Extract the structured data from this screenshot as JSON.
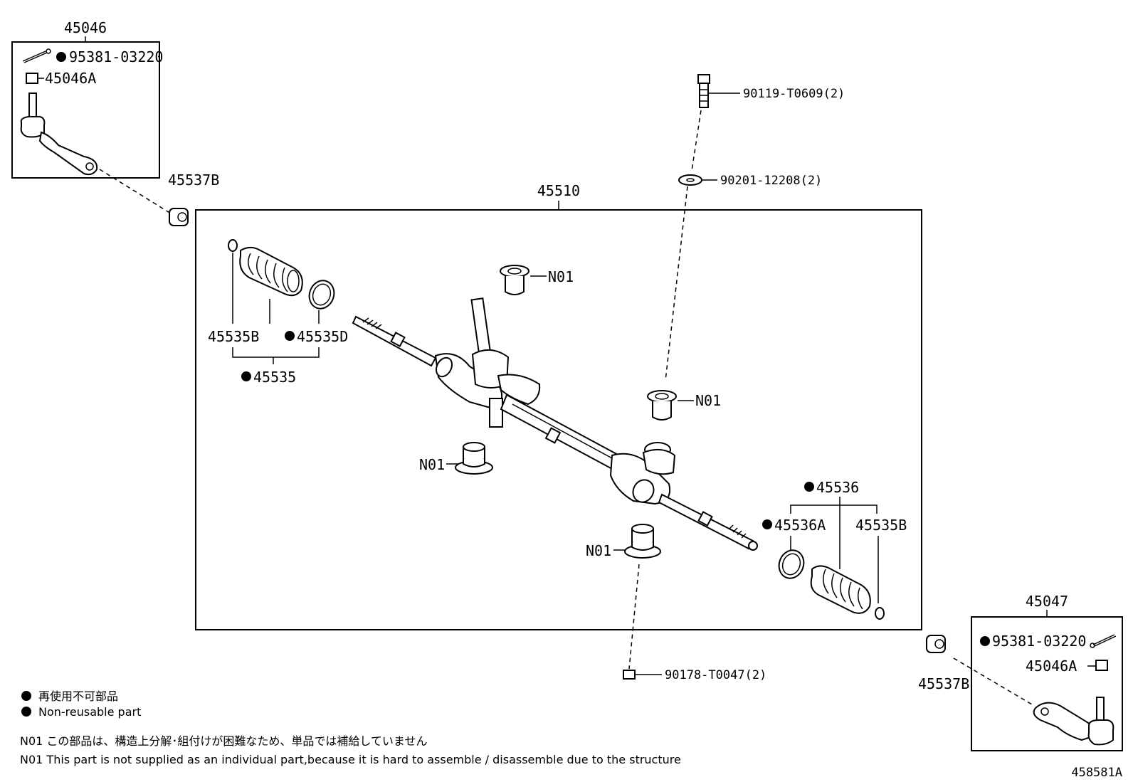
{
  "diagram_id": "458581A",
  "non_reusable_mark": "●",
  "assemblies": {
    "tie_rod_end_lh": "45046",
    "tie_rod_end_rh": "45047",
    "rack_assembly": "45510"
  },
  "parts": {
    "cotter_pin_lh": "95381-03220",
    "nut_lh": "45046A",
    "cotter_pin_rh": "95381-03220",
    "nut_rh": "45046A",
    "lock_nut_lh": "45537B",
    "lock_nut_rh": "45537B",
    "bolt": "90119-T0609(2)",
    "washer": "90201-12208(2)",
    "nut_bottom": "90178-T0047(2)",
    "boot_clip_lh": "45535B",
    "boot_clamp_lh": "45535D",
    "boot_kit_lh": "45535",
    "boot_kit_rh": "45536",
    "boot_clamp_rh": "45536A",
    "boot_clip_rh": "45535B",
    "bushing": "N01"
  },
  "legend": {
    "jp_non_reusable": "再使用不可部品",
    "en_non_reusable": "Non-reusable part",
    "jp_note": "N01 この部品は、構造上分解･組付けが困難なため、単品では補給していません",
    "en_note": "N01 This part is not supplied as an individual part,because it is hard to assemble / disassemble due to the structure"
  }
}
